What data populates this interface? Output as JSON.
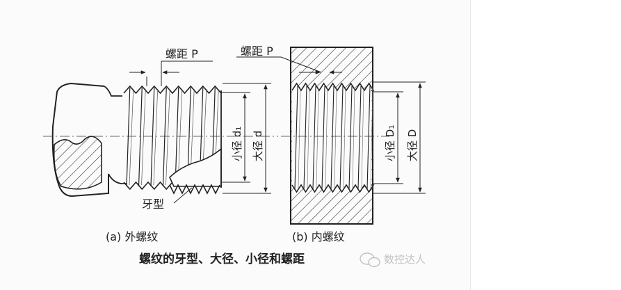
{
  "labels": {
    "pitch_external": "螺距 P",
    "pitch_internal": "螺距 P",
    "minor_dia_external": "小径 d₁",
    "major_dia_external": "大径 d",
    "minor_dia_internal": "小径 D₁",
    "major_dia_internal": "大径 D",
    "tooth_profile": "牙型",
    "caption_a": "(a) 外螺纹",
    "caption_b": "(b) 内螺纹",
    "main_caption": "螺纹的牙型、大径、小径和螺距",
    "watermark": "数控达人"
  },
  "colors": {
    "ink": "#222222",
    "paper": "#fbfbfb",
    "watermark": "#b5b5b5"
  }
}
